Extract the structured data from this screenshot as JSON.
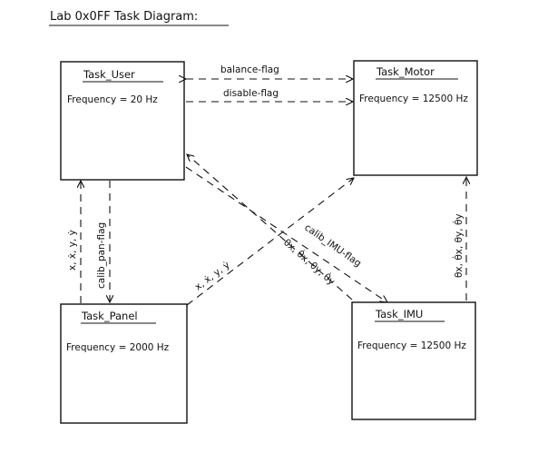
{
  "title": "Lab 0x0FF Task Diagram:",
  "tasks": {
    "user": {
      "name": "Task_User",
      "frequency": "Frequency = 20 Hz"
    },
    "motor": {
      "name": "Task_Motor",
      "frequency": "Frequency = 12500 Hz"
    },
    "panel": {
      "name": "Task_Panel",
      "frequency": "Frequency = 2000 Hz"
    },
    "imu": {
      "name": "Task_IMU",
      "frequency": "Frequency = 12500 Hz"
    }
  },
  "connections": {
    "balance_flag": "balance-flag",
    "disable_flag": "disable-flag",
    "panel_to_user": "x, ẋ, y, ẏ",
    "calib_pan_flag": "calib_pan-flag",
    "panel_to_motor": "x, ẋ, y, ẏ",
    "calib_imu_flag": "calib_IMU-flag",
    "imu_to_user": "θx, θ̇x, θy, θ̇y",
    "imu_to_motor": "θx, θ̇x, θy, θ̇y"
  }
}
